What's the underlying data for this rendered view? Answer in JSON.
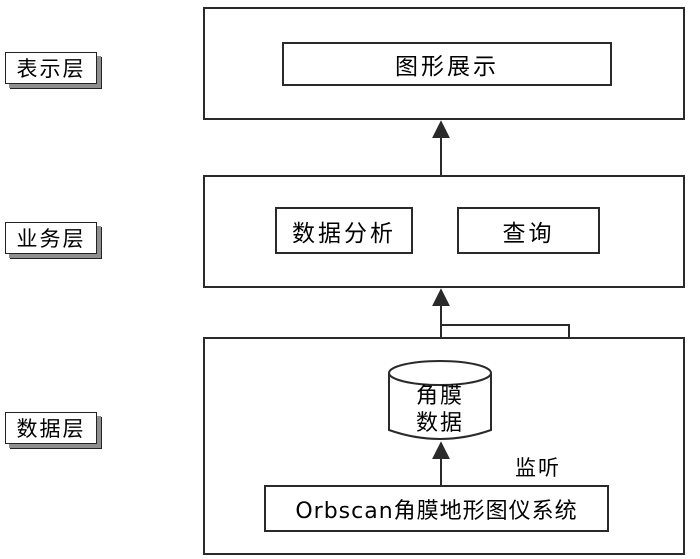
{
  "layers": {
    "presentation": {
      "label": "表示层",
      "components": [
        "图形展示"
      ]
    },
    "business": {
      "label": "业务层",
      "components": [
        "数据分析",
        "查询"
      ]
    },
    "data": {
      "label": "数据层"
    }
  },
  "database": {
    "line1": "角膜",
    "line2": "数据"
  },
  "system": {
    "label": "Orbscan角膜地形图仪系统"
  },
  "monitor": {
    "label": "监听"
  }
}
